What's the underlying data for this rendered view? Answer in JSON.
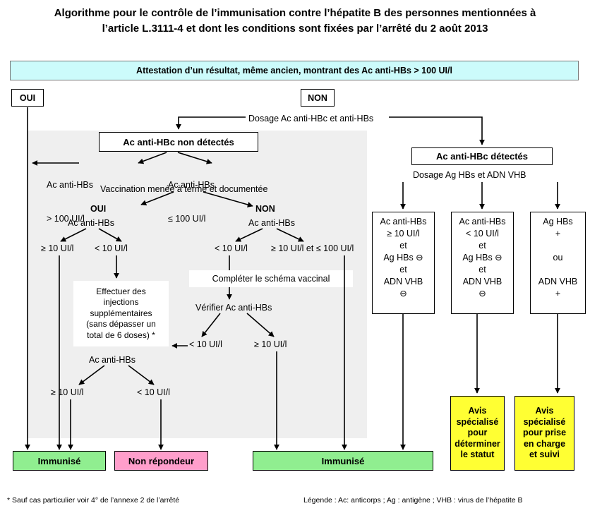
{
  "title": "Algorithme pour le contrôle de l’immunisation contre l’hépatite B des personnes mentionnées à l’article L.3111-4 et dont les conditions sont fixées par l’arrêté du 2 août 2013",
  "title_line1": "Algorithme pour le contrôle de l’immunisation contre l’hépatite B des personnes mentionnées à",
  "title_line2": "l’article L.3111-4 et dont les conditions sont fixées par l’arrêté du 2 août 2013",
  "header": {
    "attestation": "Attestation d’un résultat, même ancien, montrant des Ac anti-HBs > 100 UI/l"
  },
  "decisions": {
    "oui": "OUI",
    "non": "NON",
    "dosage_hbc_hbs": "Dosage Ac anti-HBc et anti-HBs"
  },
  "boxes": {
    "hbc_non_detectes": "Ac anti-HBc non détectés",
    "hbc_detectes": "Ac anti-HBc détectés",
    "dosage_ag_adn": "Dosage Ag HBs et ADN VHB",
    "completer_schema": "Compléter le schéma vaccinal",
    "effectuer_injections_l1": "Effectuer des",
    "effectuer_injections_l2": "injections",
    "effectuer_injections_l3": "supplémentaires",
    "effectuer_injections_l4": "(sans dépasser un",
    "effectuer_injections_l5": "total de 6 doses) *"
  },
  "left_branch": {
    "ac_hbs_gt100_l1": "Ac anti-HBs",
    "ac_hbs_gt100_l2": "> 100 UI/l",
    "ac_hbs_le100_l1": "Ac anti-HBs",
    "ac_hbs_le100_l2": "≤ 100 UI/l",
    "vaccination_question": "Vaccination menée à terme et documentée",
    "oui": "OUI",
    "non": "NON",
    "ac_hbs": "Ac anti-HBs",
    "ge10": "≥ 10 UI/l",
    "lt10": "< 10 UI/l",
    "ac_hbs_2": "Ac anti-HBs",
    "ge10_2": "≥ 10 UI/l",
    "lt10_2": "< 10 UI/l"
  },
  "right_branch_non": {
    "ac_hbs": "Ac anti-HBs",
    "lt10": "< 10 UI/l",
    "ge10_le100": "≥ 10 UI/l et ≤ 100 UI/l",
    "verifier": "Vérifier Ac anti-HBs",
    "lt10_b": "< 10 UI/l",
    "ge10_b": "≥ 10 UI/l"
  },
  "conditions": [
    {
      "name": "cond-ac-hbs-ge10",
      "lines": [
        "Ac anti-HBs",
        "≥ 10 UI/l",
        "et",
        "Ag HBs ⊖",
        "et",
        "ADN VHB",
        "⊖"
      ]
    },
    {
      "name": "cond-ac-hbs-lt10",
      "lines": [
        "Ac anti-HBs",
        "< 10 UI/l",
        "et",
        "Ag HBs ⊖",
        "et",
        "ADN VHB",
        "⊖"
      ]
    },
    {
      "name": "cond-ag-hbs-pos",
      "lines": [
        "Ag HBs",
        "+",
        "",
        "ou",
        "",
        "ADN VHB",
        "+"
      ]
    }
  ],
  "results": {
    "immunise_left": "Immunisé",
    "non_repondeur": "Non répondeur",
    "immunise_mid": "Immunisé",
    "avis_statut_l1": "Avis",
    "avis_statut_l2": "spécialisé",
    "avis_statut_l3": "pour",
    "avis_statut_l4": "déterminer",
    "avis_statut_l5": "le statut",
    "avis_suivi_l1": "Avis",
    "avis_suivi_l2": "spécialisé",
    "avis_suivi_l3": "pour prise",
    "avis_suivi_l4": "en charge",
    "avis_suivi_l5": "et suivi"
  },
  "footnotes": {
    "left": "* Sauf cas particulier voir  4° de l’annexe 2 de l’arrêté",
    "right": "Légende : Ac: anticorps ; Ag : antigène ; VHB : virus de l’hépatite B"
  },
  "colors": {
    "attestation_bg": "#ccfbfb",
    "immunise_bg": "#90ee90",
    "non_repondeur_bg": "#ff9ecb",
    "avis_bg": "#ffff33",
    "gray_zone_bg": "#efefef"
  }
}
